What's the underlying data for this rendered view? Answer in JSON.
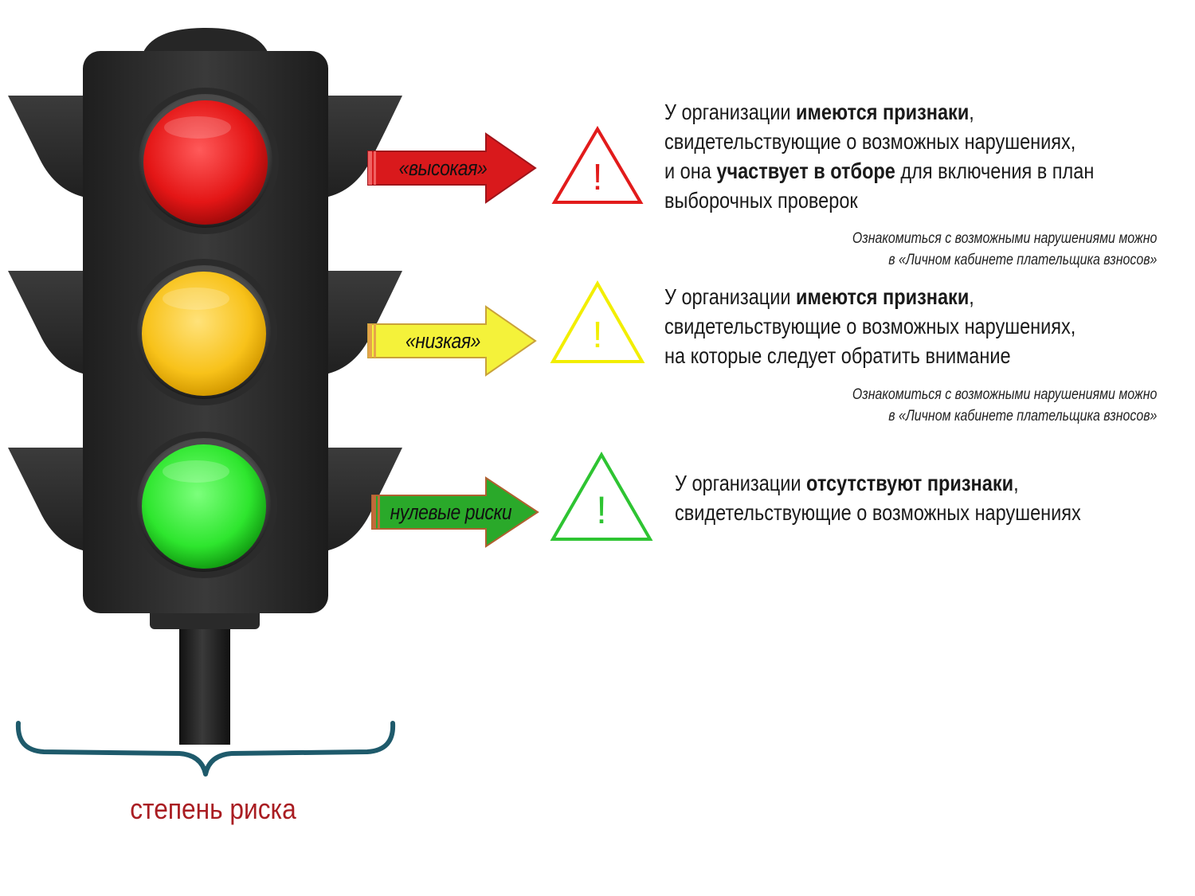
{
  "levels": {
    "high": {
      "label": "«высокая»",
      "color": "#e21b1b",
      "arrow_color": "#d9191c",
      "desc": {
        "l1_pre": "У организации ",
        "l1_bold": "имеются признаки",
        "l1_post": ",",
        "l2": "свидетельствующие о возможных нарушениях,",
        "l3_pre": "и она ",
        "l3_bold": "участвует в отборе",
        "l3_post": " для включения в план",
        "l4": "выборочных проверок"
      },
      "note": {
        "line1": "Ознакомиться с возможными нарушениями можно",
        "line2": "в «Личном кабинете плательщика взносов»"
      }
    },
    "low": {
      "label": "«низкая»",
      "color": "#f5f000",
      "arrow_color": "#f4f23a",
      "desc": {
        "l1_pre": "У организации ",
        "l1_bold": "имеются признаки",
        "l1_post": ",",
        "l2": "свидетельствующие о возможных нарушениях,",
        "l3": "на которые следует обратить внимание"
      },
      "note": {
        "line1": "Ознакомиться с возможными нарушениями можно",
        "line2": "в «Личном кабинете плательщика взносов»"
      }
    },
    "zero": {
      "label": "нулевые риски",
      "color": "#2ec432",
      "arrow_color": "#2aa92a",
      "desc": {
        "l1_pre": "У организации ",
        "l1_bold": "отсутствуют признаки",
        "l1_post": ",",
        "l2": "свидетельствующие о возможных нарушениях"
      }
    }
  },
  "footer": {
    "risk_label": "степень риска"
  },
  "icons": {
    "traffic_light": "traffic-light",
    "warning": "warning-triangle-icon",
    "arrow": "arrow-right-icon",
    "brace": "curly-brace"
  }
}
